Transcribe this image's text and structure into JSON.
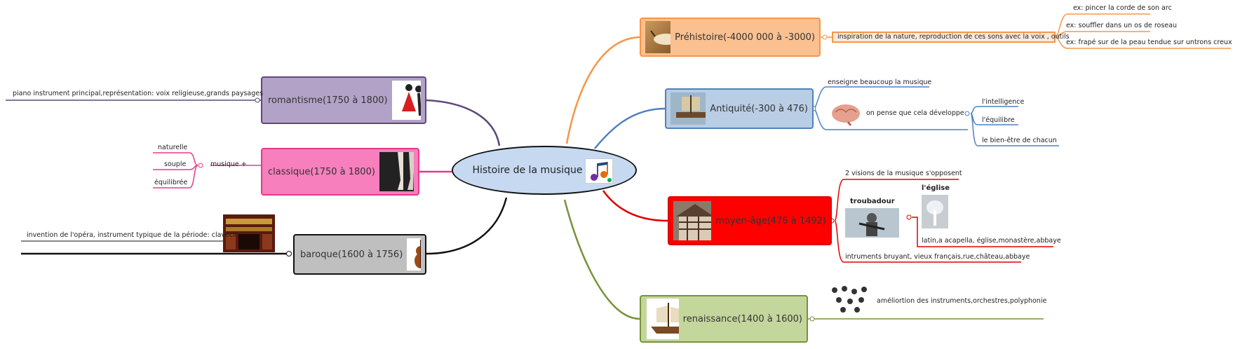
{
  "center": {
    "label": "Histoire de la musique"
  },
  "nodes": {
    "prehistoire": {
      "label": "Préhistoire(-4000 000 à -3000)",
      "color": "#f79646",
      "fill": "#fac090"
    },
    "antiquite": {
      "label": "Antiquité(-300 à 476)",
      "color": "#4f81bd",
      "fill": "#b9cde5"
    },
    "moyen_age": {
      "label": "moyen-âge(476 à 1492)",
      "color": "#e00000",
      "fill": "#ff0000"
    },
    "renaissance": {
      "label": "renaissance(1400 à 1600)",
      "color": "#77933c",
      "fill": "#c3d69b"
    },
    "romantisme": {
      "label": "romantisme(1750 à 1800)",
      "color": "#5f497a",
      "fill": "#b3a2c7"
    },
    "classique": {
      "label": "classique(1750 à 1800)",
      "color": "#e8388a",
      "fill": "#f77fbe"
    },
    "baroque": {
      "label": "baroque(1600 à 1756)",
      "color": "#111111",
      "fill": "#bfbfbf"
    }
  },
  "prehistoire": {
    "detail": "inspiration de la nature, reproduction de ces sons avec la voix , outils",
    "examples": [
      "ex: pincer la corde de son arc",
      "ex: souffler dans un os de roseau",
      "ex: frapé sur de la peau tendue sur untrons creux"
    ]
  },
  "antiquite": {
    "teaching": "enseigne beaucoup la musique",
    "develop": "on pense que cela développe",
    "items": [
      "l'intelligence",
      "l'équilibre",
      "le bien-être de chacun"
    ]
  },
  "moyen_age": {
    "visions": "2 visions de la musique s'opposent",
    "troubadour": "troubadour",
    "eglise": "l'église",
    "eglise_detail": "latin,a acapella, église,monastère,abbaye",
    "troubadour_detail": "intruments bruyant, vieux français,rue,château,abbaye"
  },
  "renaissance": {
    "detail": "améliortion des instruments,orchestres,polyphonie"
  },
  "romantisme": {
    "detail": "piano instrument principal,représentation: voix religieuse,grands paysages"
  },
  "classique": {
    "musique": "musique +",
    "items": [
      "naturelle",
      "souple",
      "équilibrée"
    ]
  },
  "baroque": {
    "detail": "invention de l'opéra, instrument typique de la période: clavecin"
  },
  "colors": {
    "orange": "#f79646",
    "blue": "#4f81bd",
    "red": "#e00000",
    "green": "#77933c",
    "purple": "#5f497a",
    "pink": "#e8388a",
    "black": "#111111"
  }
}
